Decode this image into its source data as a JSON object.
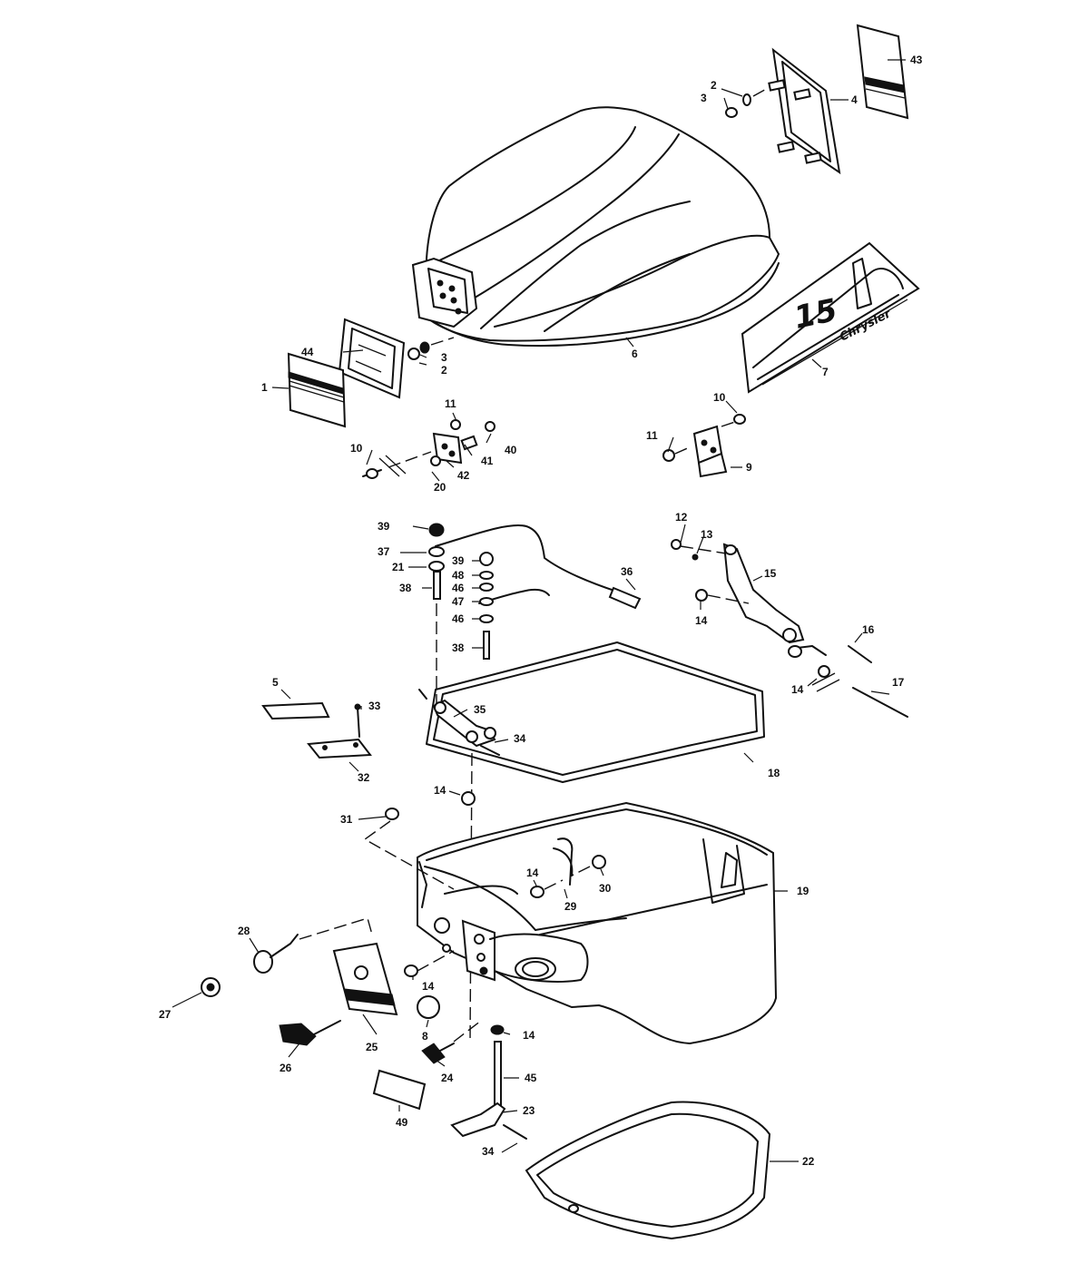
{
  "decal": {
    "model_number": "15",
    "brand": "Chrysler"
  },
  "callouts": [
    {
      "id": "c-2a",
      "label": "2"
    },
    {
      "id": "c-3a",
      "label": "3"
    },
    {
      "id": "c-4",
      "label": "4"
    },
    {
      "id": "c-43",
      "label": "43"
    },
    {
      "id": "c-6",
      "label": "6"
    },
    {
      "id": "c-44",
      "label": "44"
    },
    {
      "id": "c-3b",
      "label": "3"
    },
    {
      "id": "c-2b",
      "label": "2"
    },
    {
      "id": "c-1",
      "label": "1"
    },
    {
      "id": "c-7",
      "label": "7"
    },
    {
      "id": "c-11a",
      "label": "11"
    },
    {
      "id": "c-40",
      "label": "40"
    },
    {
      "id": "c-10a",
      "label": "10"
    },
    {
      "id": "c-41",
      "label": "41"
    },
    {
      "id": "c-42",
      "label": "42"
    },
    {
      "id": "c-20",
      "label": "20"
    },
    {
      "id": "c-10b",
      "label": "10"
    },
    {
      "id": "c-11b",
      "label": "11"
    },
    {
      "id": "c-9",
      "label": "9"
    },
    {
      "id": "c-39a",
      "label": "39"
    },
    {
      "id": "c-37",
      "label": "37"
    },
    {
      "id": "c-21",
      "label": "21"
    },
    {
      "id": "c-39b",
      "label": "39"
    },
    {
      "id": "c-48",
      "label": "48"
    },
    {
      "id": "c-46a",
      "label": "46"
    },
    {
      "id": "c-47",
      "label": "47"
    },
    {
      "id": "c-46b",
      "label": "46"
    },
    {
      "id": "c-38a",
      "label": "38"
    },
    {
      "id": "c-38b",
      "label": "38"
    },
    {
      "id": "c-36",
      "label": "36"
    },
    {
      "id": "c-12",
      "label": "12"
    },
    {
      "id": "c-13",
      "label": "13"
    },
    {
      "id": "c-15",
      "label": "15"
    },
    {
      "id": "c-14a",
      "label": "14"
    },
    {
      "id": "c-16",
      "label": "16"
    },
    {
      "id": "c-14b",
      "label": "14"
    },
    {
      "id": "c-17",
      "label": "17"
    },
    {
      "id": "c-5",
      "label": "5"
    },
    {
      "id": "c-33",
      "label": "33"
    },
    {
      "id": "c-35",
      "label": "35"
    },
    {
      "id": "c-34a",
      "label": "34"
    },
    {
      "id": "c-32",
      "label": "32"
    },
    {
      "id": "c-18",
      "label": "18"
    },
    {
      "id": "c-14c",
      "label": "14"
    },
    {
      "id": "c-31",
      "label": "31"
    },
    {
      "id": "c-14d",
      "label": "14"
    },
    {
      "id": "c-30",
      "label": "30"
    },
    {
      "id": "c-29",
      "label": "29"
    },
    {
      "id": "c-19",
      "label": "19"
    },
    {
      "id": "c-28",
      "label": "28"
    },
    {
      "id": "c-14e",
      "label": "14"
    },
    {
      "id": "c-27",
      "label": "27"
    },
    {
      "id": "c-8",
      "label": "8"
    },
    {
      "id": "c-14f",
      "label": "14"
    },
    {
      "id": "c-25",
      "label": "25"
    },
    {
      "id": "c-26",
      "label": "26"
    },
    {
      "id": "c-24",
      "label": "24"
    },
    {
      "id": "c-45",
      "label": "45"
    },
    {
      "id": "c-23",
      "label": "23"
    },
    {
      "id": "c-49",
      "label": "49"
    },
    {
      "id": "c-34b",
      "label": "34"
    },
    {
      "id": "c-22",
      "label": "22"
    }
  ]
}
